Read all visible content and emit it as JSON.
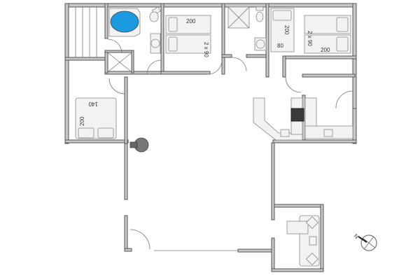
{
  "plan": {
    "type": "floor plan",
    "bed_labels": {
      "bedroom_top_left_length": "200",
      "bedroom_top_left_width": "2 x 90",
      "bedroom_top_right_single_length": "200",
      "bedroom_top_right_single_width": "80",
      "bedroom_top_right_double_length": "200",
      "bedroom_top_right_double_width": "2 x 90",
      "bedroom_left_length": "200",
      "bedroom_left_width": "140"
    },
    "compass": {
      "label": "N"
    },
    "colors": {
      "wall": "#c8c8c8",
      "wall_outline": "#555555",
      "bathtub": "#1a9be0",
      "stove": "#3a3a3a",
      "fireplace": "#777777"
    }
  }
}
